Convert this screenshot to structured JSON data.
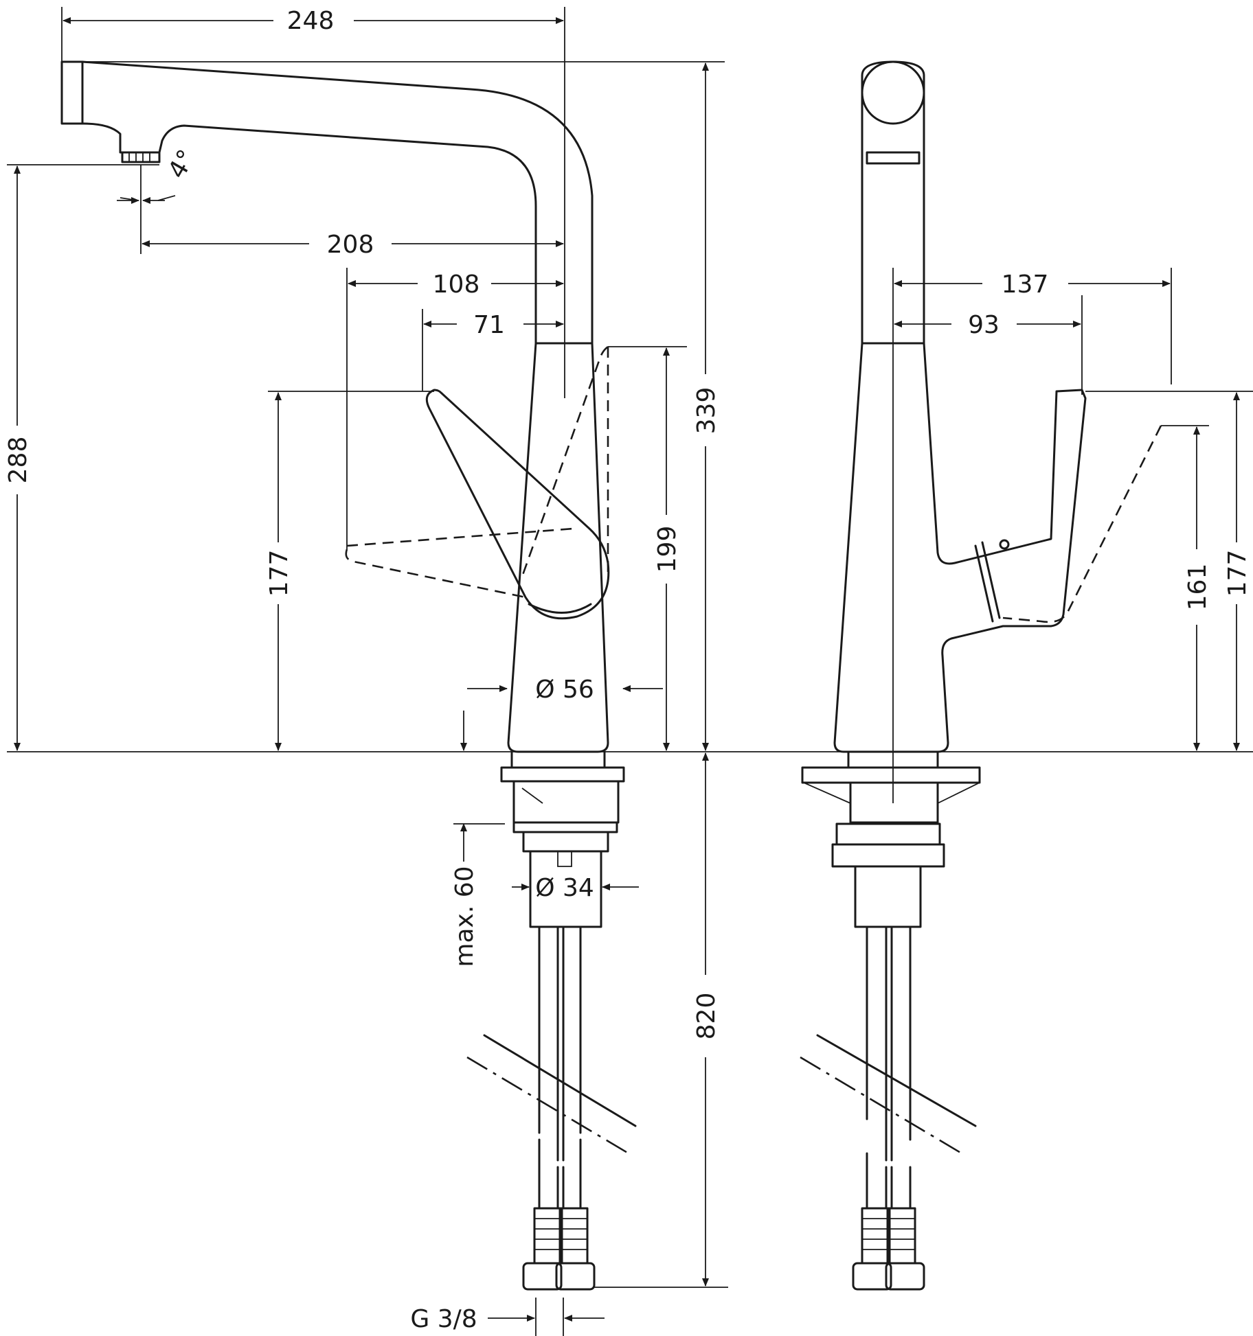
{
  "dimensions": {
    "spout_reach_total": "248",
    "spout_reach_aerator": "208",
    "lever_reach_down": "108",
    "lever_reach_up": "71",
    "spout_angle": "4°",
    "outlet_height": "288",
    "lever_height_front": "177",
    "body_height": "199",
    "total_height": "339",
    "base_diameter": "Ø 56",
    "shank_diameter": "Ø 34",
    "max_counter_thickness": "max. 60",
    "hose_length": "820",
    "connection_thread": "G 3/8",
    "side_reach_outer": "137",
    "side_reach_inner": "93",
    "side_lever_low": "161",
    "side_lever_high": "177"
  },
  "colors": {
    "line": "#1a1a1a",
    "background": "#ffffff"
  }
}
